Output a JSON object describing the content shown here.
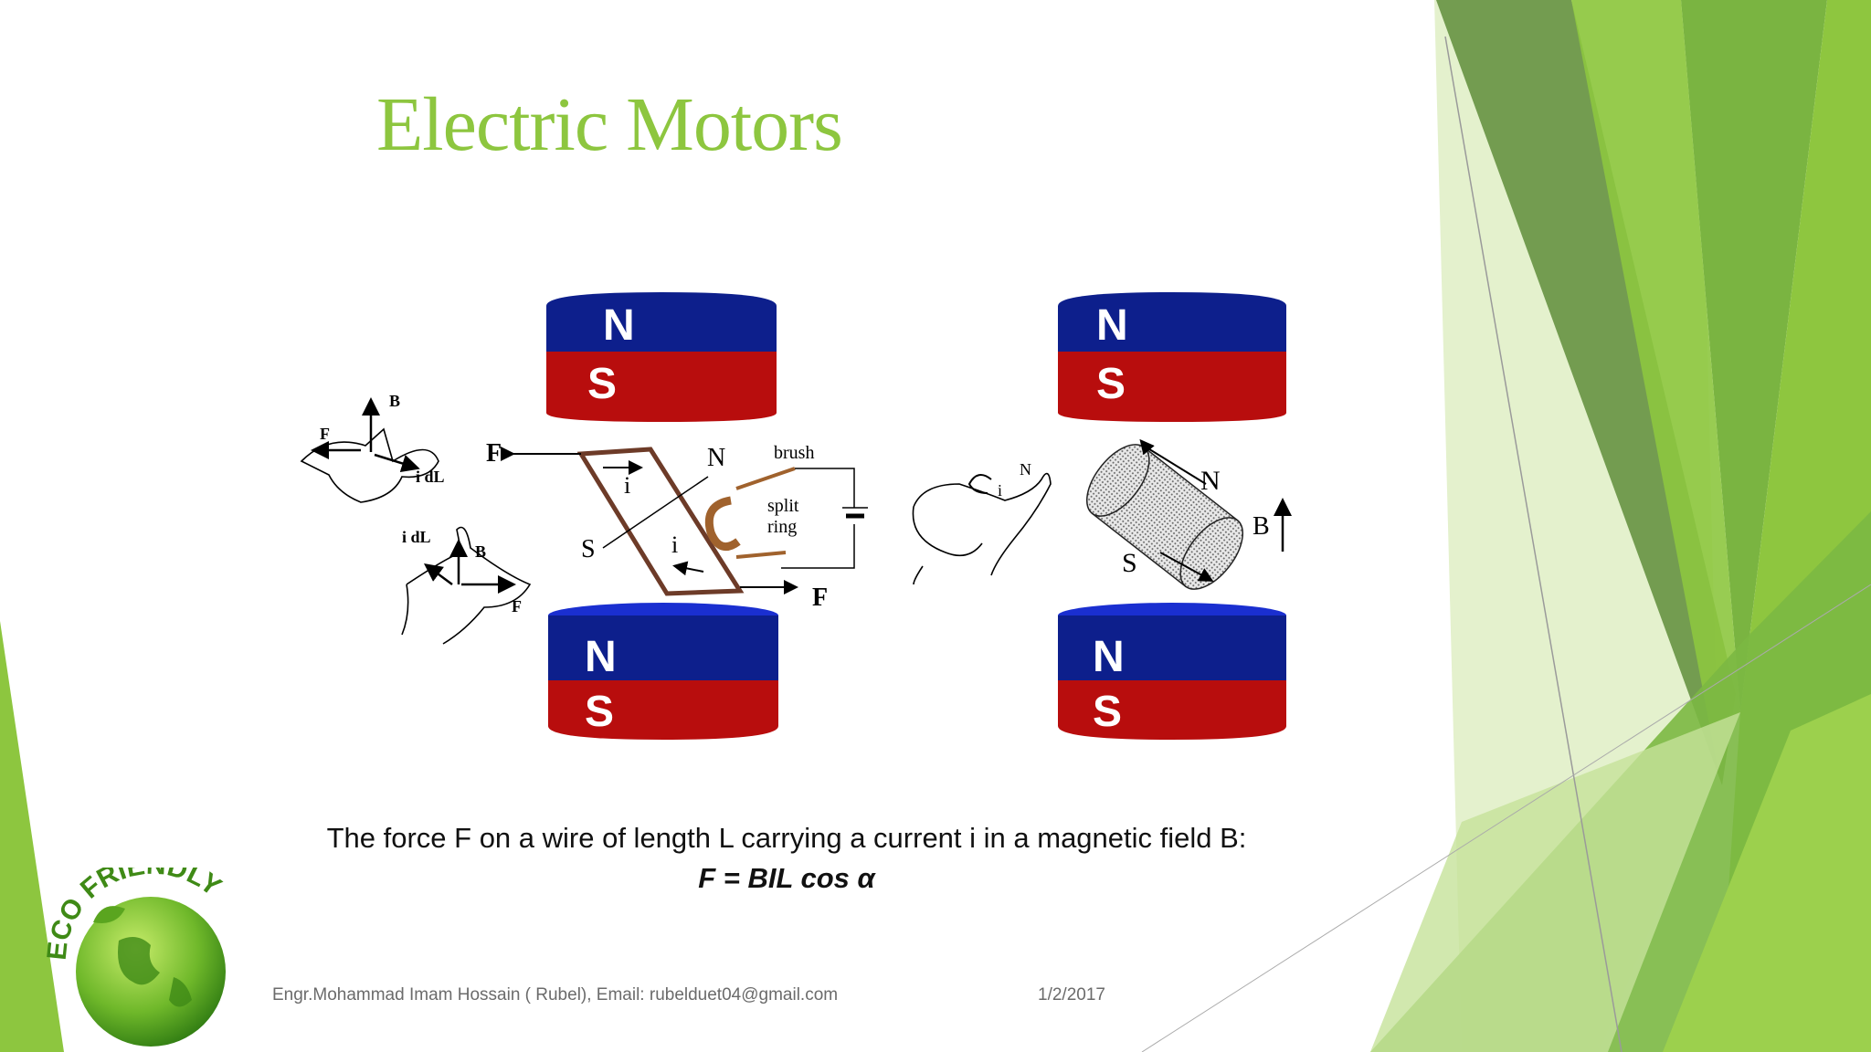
{
  "slide": {
    "title": "Electric Motors",
    "caption": "The force F on a wire of length L carrying a current i in a magnetic field B:",
    "formula": "F = BIL cos α",
    "footer_author": "Engr.Mohammad Imam Hossain ( Rubel), Email: rubelduet04@gmail.com",
    "footer_date": "1/2/2017"
  },
  "logo": {
    "text": "ECO FRIENDLY"
  },
  "figure": {
    "magnet_north": "N",
    "magnet_south": "S",
    "label_F": "F",
    "label_B": "B",
    "label_i": "i",
    "label_idL": "i dL",
    "label_N": "N",
    "label_S": "S",
    "label_brush": "brush",
    "label_split": "split",
    "label_ring": "ring"
  },
  "colors": {
    "accent_green": "#8dc63f",
    "magnet_blue": "#0d1f8c",
    "magnet_red": "#b80d0d"
  }
}
